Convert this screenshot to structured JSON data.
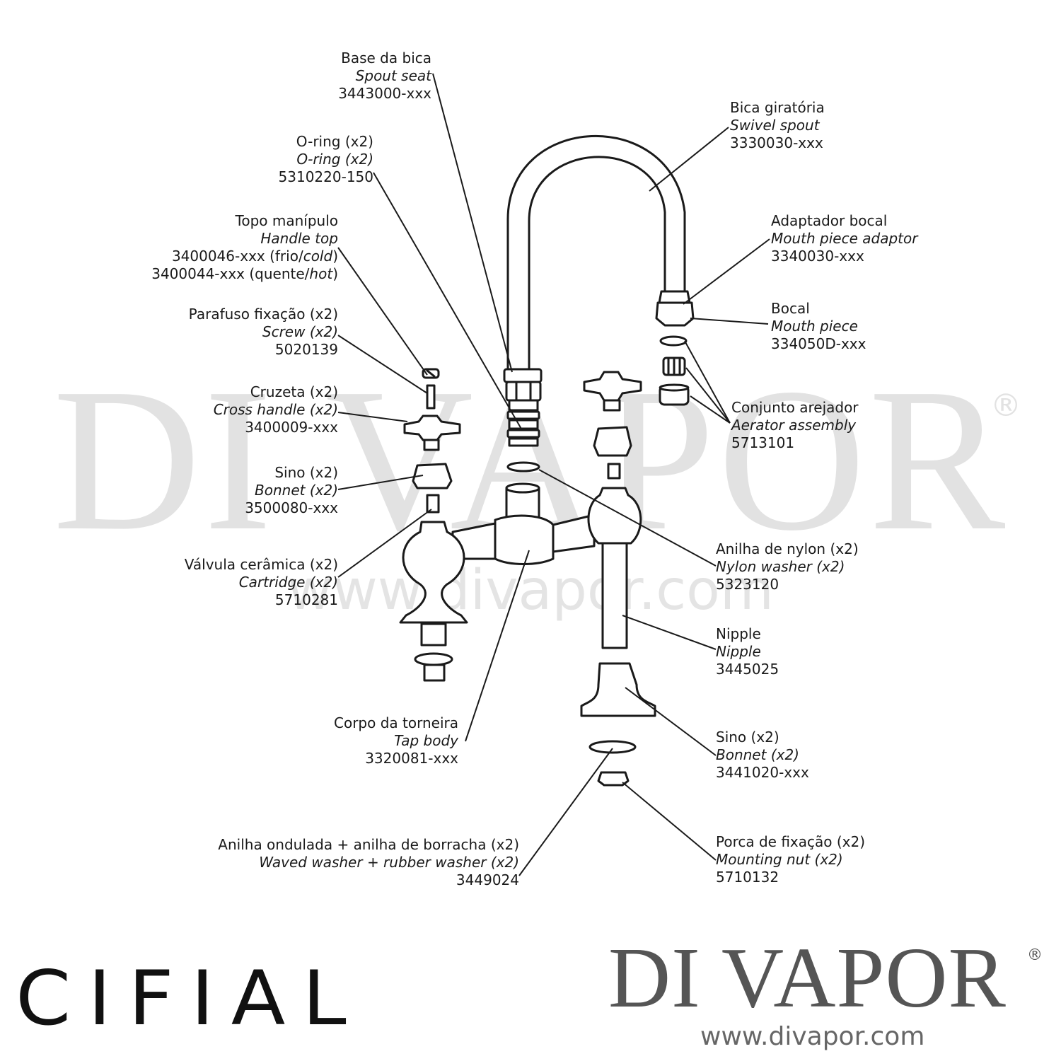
{
  "watermark": {
    "text": "DI VAPOR",
    "registered": "®",
    "url": "www.divapor.com"
  },
  "brand": {
    "cifial": "CIFIAL",
    "divapor": "DI VAPOR",
    "divapor_registered": "®",
    "divapor_url": "www.divapor.com"
  },
  "parts": {
    "spout_seat": {
      "pt": "Base da bica",
      "en": "Spout seat",
      "code": "3443000-xxx"
    },
    "o_ring": {
      "pt": "O-ring (x2)",
      "en": "O-ring (x2)",
      "code": "5310220-150"
    },
    "handle_top": {
      "pt": "Topo manípulo",
      "en": "Handle top",
      "code_cold_num": "3400046-xxx (frio/",
      "code_cold_en": "cold",
      "code_cold_end": ")",
      "code_hot_num": "3400044-xxx (quente/",
      "code_hot_en": "hot",
      "code_hot_end": ")"
    },
    "screw": {
      "pt": "Parafuso fixação (x2)",
      "en": "Screw (x2)",
      "code": "5020139"
    },
    "cross_handle": {
      "pt": "Cruzeta (x2)",
      "en": "Cross handle (x2)",
      "code": "3400009-xxx"
    },
    "bonnet_left": {
      "pt": "Sino (x2)",
      "en": "Bonnet (x2)",
      "code": "3500080-xxx"
    },
    "cartridge": {
      "pt": "Válvula cerâmica (x2)",
      "en": "Cartridge (x2)",
      "code": "5710281"
    },
    "tap_body": {
      "pt": "Corpo da torneira",
      "en": "Tap body",
      "code": "3320081-xxx"
    },
    "waved_washer": {
      "pt": "Anilha ondulada + anilha de borracha (x2)",
      "en": "Waved washer + rubber washer (x2)",
      "code": "3449024"
    },
    "swivel_spout": {
      "pt": "Bica giratória",
      "en": "Swivel spout",
      "code": "3330030-xxx"
    },
    "mouth_adaptor": {
      "pt": "Adaptador bocal",
      "en": "Mouth piece adaptor",
      "code": "3340030-xxx"
    },
    "mouth_piece": {
      "pt": "Bocal",
      "en": "Mouth piece",
      "code": "334050D-xxx"
    },
    "aerator": {
      "pt": "Conjunto arejador",
      "en": "Aerator assembly",
      "code": "5713101"
    },
    "nylon_washer": {
      "pt": "Anilha de nylon (x2)",
      "en": "Nylon washer (x2)",
      "code": "5323120"
    },
    "nipple": {
      "pt": "Nipple",
      "en": "Nipple",
      "code": "3445025"
    },
    "bonnet_right": {
      "pt": "Sino (x2)",
      "en": "Bonnet (x2)",
      "code": "3441020-xxx"
    },
    "mounting_nut": {
      "pt": "Porca de fixação (x2)",
      "en": "Mounting nut (x2)",
      "code": "5710132"
    }
  }
}
